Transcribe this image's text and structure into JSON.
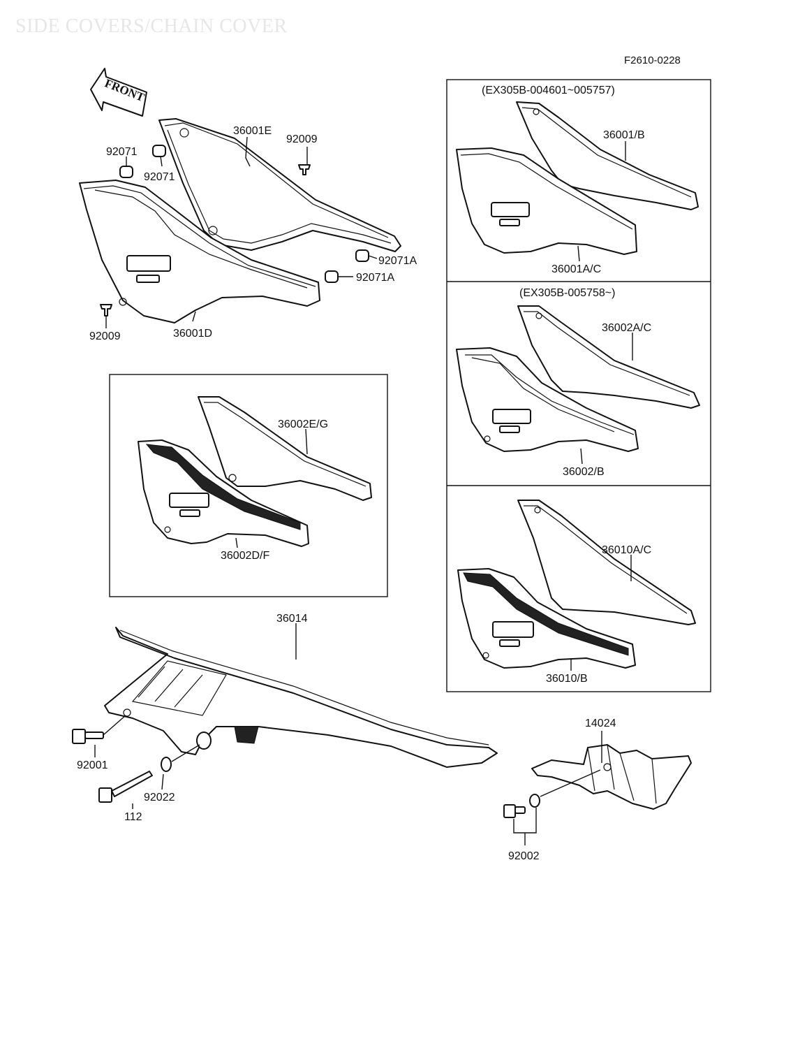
{
  "header": {
    "title": "SIDE COVERS/CHAIN COVER",
    "figure_id": "F2610-0228"
  },
  "front_arrow": {
    "label": "FRONT",
    "icon": "front-arrow-icon"
  },
  "main_labels": {
    "p36001E": "36001E",
    "p92009_top": "92009",
    "p92071_a": "92071",
    "p92071_b": "92071",
    "p92071A_a": "92071A",
    "p92071A_b": "92071A",
    "p92009_bottom": "92009",
    "p36001D": "36001D"
  },
  "panel_left": {
    "upper_label": "36002E/G",
    "lower_label": "36002D/F"
  },
  "panel_right_1": {
    "range": "(EX305B-004601~005757)",
    "upper_label": "36001/B",
    "lower_label": "36001A/C"
  },
  "panel_right_2": {
    "range": "(EX305B-005758~)",
    "upper_label": "36002A/C",
    "lower_label": "36002/B"
  },
  "panel_right_3": {
    "upper_label": "36010A/C",
    "lower_label": "36010/B"
  },
  "chain_cover": {
    "p36014": "36014",
    "p92001": "92001",
    "p92022": "92022",
    "p112": "112"
  },
  "guard": {
    "p14024": "14024",
    "p92002": "92002"
  }
}
